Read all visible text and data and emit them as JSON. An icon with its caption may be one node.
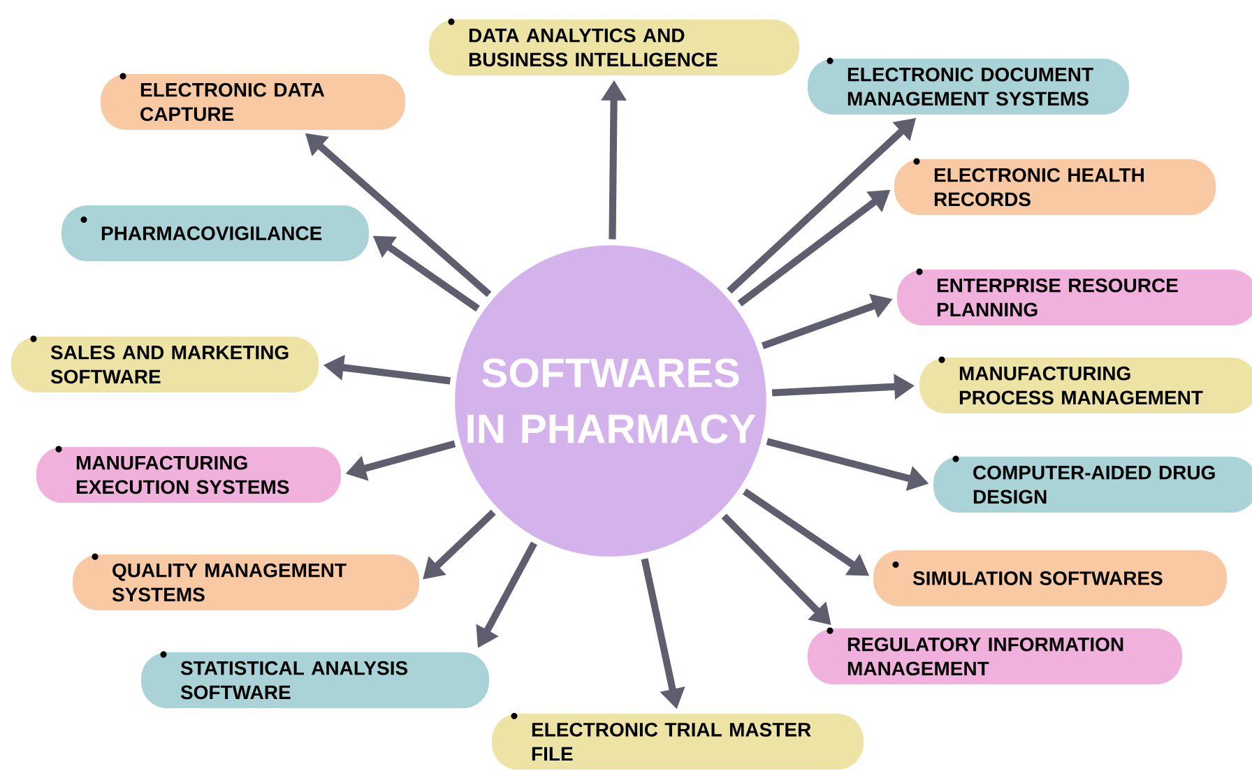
{
  "diagram": {
    "nodes": [
      {
        "text": [
          "SOFTWARES IN PHARMACY"
        ]
      },
      {
        "text": [
          "DATA ANALYTICS AND BUSINESS INTELLIGENCE"
        ]
      },
      {
        "text": [
          "ELECTRONIC DOCUMENT MANAGEMENT SYSTEMS"
        ]
      },
      {
        "text": [
          "ELECTRONIC HEALTH RECORDS"
        ]
      },
      {
        "text": [
          "ENTERPRISE RESOURCE PLANNING"
        ]
      },
      {
        "text": [
          "MANUFACTURING PROCESS MANAGEMENT"
        ]
      },
      {
        "text": [
          "COMPUTER-AIDED DRUG DESIGN"
        ]
      },
      {
        "text": [
          "SIMULATION SOFTWARES"
        ]
      },
      {
        "text": [
          "REGULATORY INFORMATION MANAGEMENT"
        ]
      },
      {
        "text": [
          "ELECTRONIC TRIAL MASTER FILE"
        ]
      },
      {
        "text": [
          "STATISTICAL ANALYSIS SOFTWARE"
        ]
      },
      {
        "text": [
          "QUALITY MANAGEMENT SYSTEMS"
        ]
      },
      {
        "text": [
          "MANUFACTURING EXECUTION SYSTEMS"
        ]
      },
      {
        "text": [
          "SALES AND MARKETING SOFTWARE"
        ]
      },
      {
        "text": [
          "PHARMACOVIGILANCE"
        ]
      },
      {
        "text": [
          "ELECTRONIC DATA CAPTURE"
        ]
      }
    ],
    "edges": [
      {
        "from": 0,
        "to": 1,
        "arrow": "to"
      },
      {
        "from": 0,
        "to": 2,
        "arrow": "to"
      },
      {
        "from": 0,
        "to": 3,
        "arrow": "to"
      },
      {
        "from": 0,
        "to": 4,
        "arrow": "to"
      },
      {
        "from": 0,
        "to": 5,
        "arrow": "to"
      },
      {
        "from": 0,
        "to": 6,
        "arrow": "to"
      },
      {
        "from": 0,
        "to": 7,
        "arrow": "to"
      },
      {
        "from": 0,
        "to": 8,
        "arrow": "to"
      },
      {
        "from": 0,
        "to": 9,
        "arrow": "to"
      },
      {
        "from": 0,
        "to": 10,
        "arrow": "to"
      },
      {
        "from": 0,
        "to": 11,
        "arrow": "to"
      },
      {
        "from": 0,
        "to": 12,
        "arrow": "to"
      },
      {
        "from": 0,
        "to": 13,
        "arrow": "to"
      },
      {
        "from": 0,
        "to": 14,
        "arrow": "to"
      },
      {
        "from": 0,
        "to": 15,
        "arrow": "to"
      }
    ]
  }
}
